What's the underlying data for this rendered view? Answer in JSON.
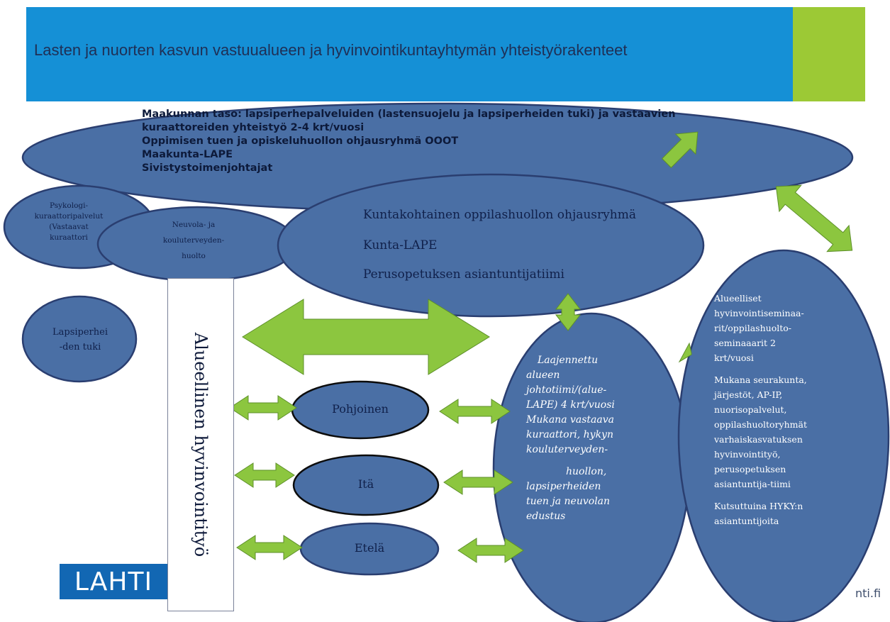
{
  "title": "Lasten ja nuorten  kasvun vastuualueen ja hyvinvointikuntayhtymän yhteistyörakenteet",
  "colors": {
    "banner_blue": "#1590d6",
    "banner_green": "#9cc935",
    "ellipse_fill": "#4a6fa5",
    "ellipse_stroke": "#2a3e70",
    "arrow_green": "#8cc63f",
    "lahti_blue": "#1267b3"
  },
  "maakunta": {
    "line1": "Maakunnan taso: lapsiperhepalveluiden (lastensuojelu ja lapsiperheiden tuki) ja vastaavien",
    "line2": "kuraattoreiden yhteistyö 2-4 krt/vuosi",
    "line3": "Oppimisen tuen ja opiskeluhuollon ohjausryhmä OOOT",
    "line4": "Maakunta-LAPE",
    "line5": "Sivistystoimenjohtajat"
  },
  "psykologi": {
    "line1": "Psykologi-",
    "line2": "kuraattoripalvelut",
    "line3": "(Vastaavat",
    "line4": "kuraattori"
  },
  "neuvola": {
    "line1": "Neuvola- ja",
    "line2": "kouluterveyden-",
    "line3": "huolto"
  },
  "kunta": {
    "line1": "Kuntakohtainen oppilashuollon ohjausryhmä",
    "line2": "Kunta-LAPE",
    "line3": "Perusopetuksen asiantuntijatiimi"
  },
  "lapsiperhe": {
    "line1": "Lapsiperhei",
    "line2": "-den tuki"
  },
  "vertical_label": "Alueellinen hyvinvointityö",
  "regions": {
    "north": "Pohjoinen",
    "east": "Itä",
    "south": "Etelä"
  },
  "laaj": {
    "l1": "Laajennettu",
    "l2": "alueen",
    "l3": "johtotiimi/(alue-",
    "l4": "LAPE) 4 krt/vuosi",
    "l5": "Mukana  vastaava",
    "l6": "kuraattori,  hykyn",
    "l7": "kouluterveyden-",
    "l8": "huollon,",
    "l9": "lapsiperheiden",
    "l10": "tuen   ja  neuvolan",
    "l11": "edustus"
  },
  "alue": {
    "l1": "Alueelliset",
    "l2": "hyvinvointiseminaa-",
    "l3": "rit/oppilashuolto-",
    "l4": "seminaaarit  2",
    "l5": "krt/vuosi",
    "l6": "Mukana seurakunta,",
    "l7": "järjestöt,  AP-IP,",
    "l8": "nuorisopalvelut,",
    "l9": "oppilashuoltoryhmät",
    "l10": "varhaiskasvatuksen",
    "l11": "hyvinvointityö,",
    "l12": "perusopetuksen",
    "l13": "asiantuntija-tiimi",
    "l14": "Kutsuttuina HYKY:n",
    "l15": "asiantuntijoita"
  },
  "logo_text": "LAHTI",
  "url_fragment": "nti.fi"
}
